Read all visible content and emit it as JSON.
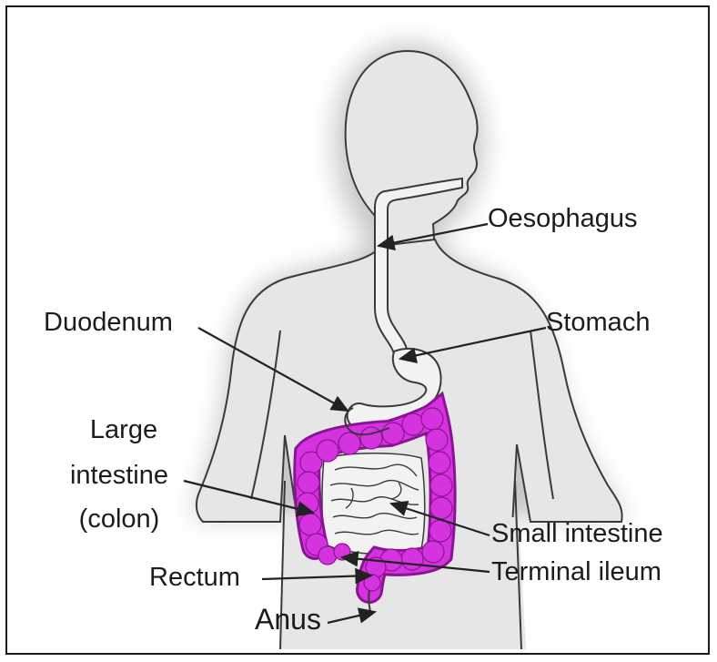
{
  "labels": {
    "oesophagus": "Oesophagus",
    "stomach": "Stomach",
    "duodenum": "Duodenum",
    "large_intestine_line1": "Large",
    "large_intestine_line2": "intestine",
    "large_intestine_line3": "(colon)",
    "small_intestine": "Small intestine",
    "terminal_ileum": "Terminal ileum",
    "rectum": "Rectum",
    "anus": "Anus"
  },
  "colors": {
    "body_fill": "#e4e4e4",
    "outline": "#3a3a3a",
    "colon": "#d633e0",
    "colon_dark": "#8a1592",
    "organ_fill": "#f2f2f2"
  }
}
